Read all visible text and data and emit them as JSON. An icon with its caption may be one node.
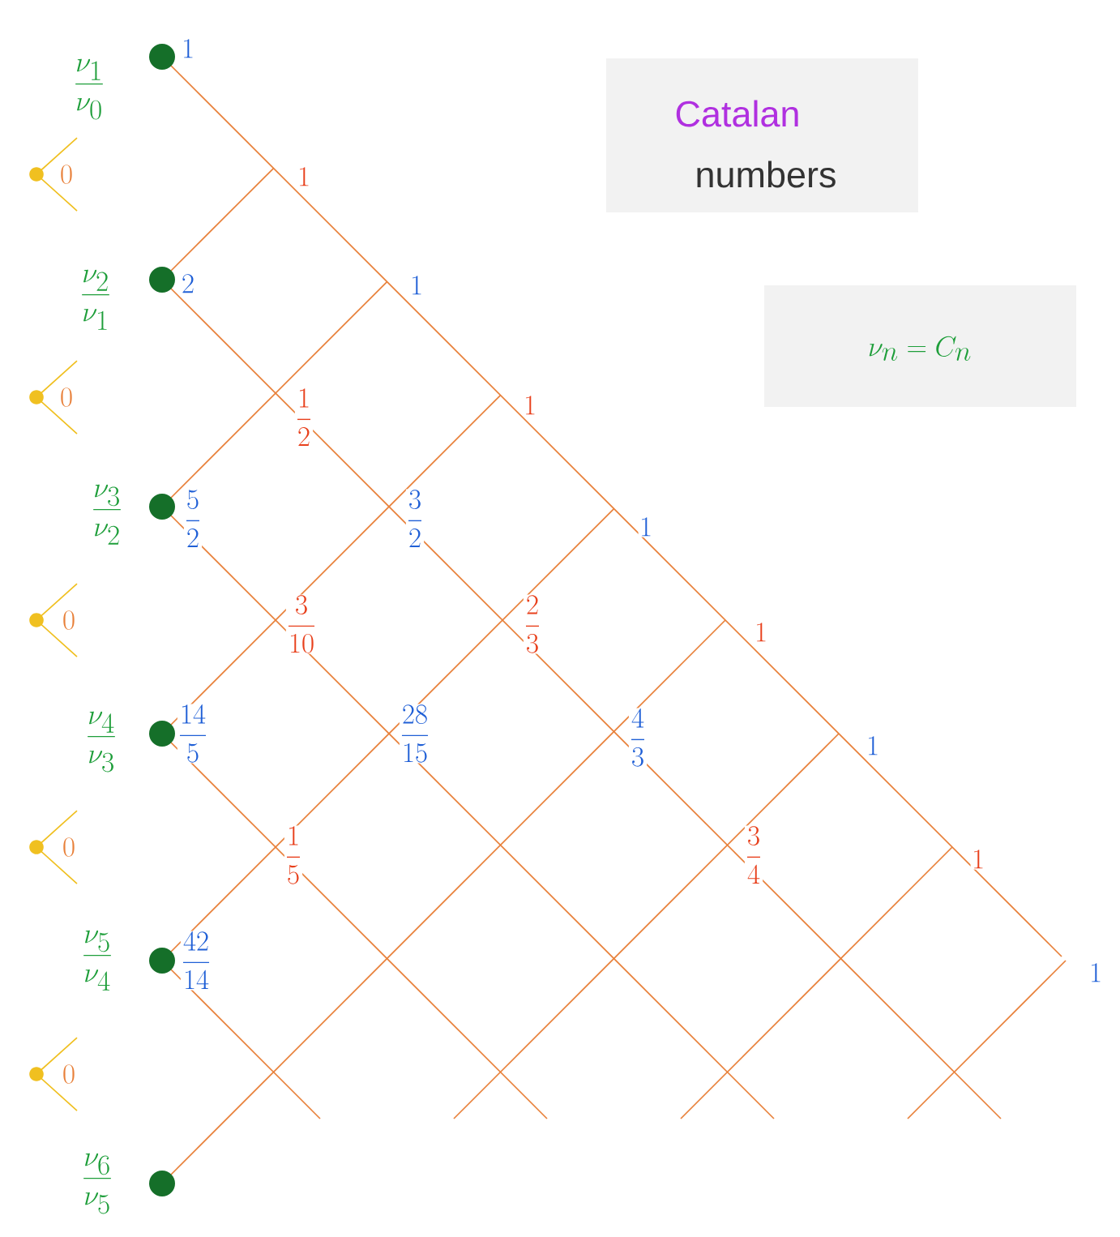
{
  "diagram": {
    "labels": [
      "\\frac{\\nu_1}{\\nu_0}",
      "1",
      "Catalan",
      "0",
      "1",
      "numbers",
      "\\frac{\\nu_2}{\\nu_1}",
      "2",
      "1",
      "\\nu_n = C_n",
      "0",
      "\\frac{1}{2}",
      "1",
      "\\frac{\\nu_3}{\\nu_2}",
      "\\frac{5}{2}",
      "\\frac{3}{2}",
      "1",
      "0",
      "\\frac{3}{10}",
      "\\frac{2}{3}",
      "1",
      "\\frac{\\nu_4}{\\nu_3}",
      "\\frac{14}{5}",
      "\\frac{28}{15}",
      "\\frac{4}{3}",
      "1",
      "0",
      "\\frac{1}{5}",
      "\\frac{3}{4}",
      "1",
      "\\frac{\\nu_5}{\\nu_4}",
      "\\frac{42}{14}",
      "1",
      "0",
      "\\frac{\\nu_6}{\\nu_5}"
    ]
  }
}
